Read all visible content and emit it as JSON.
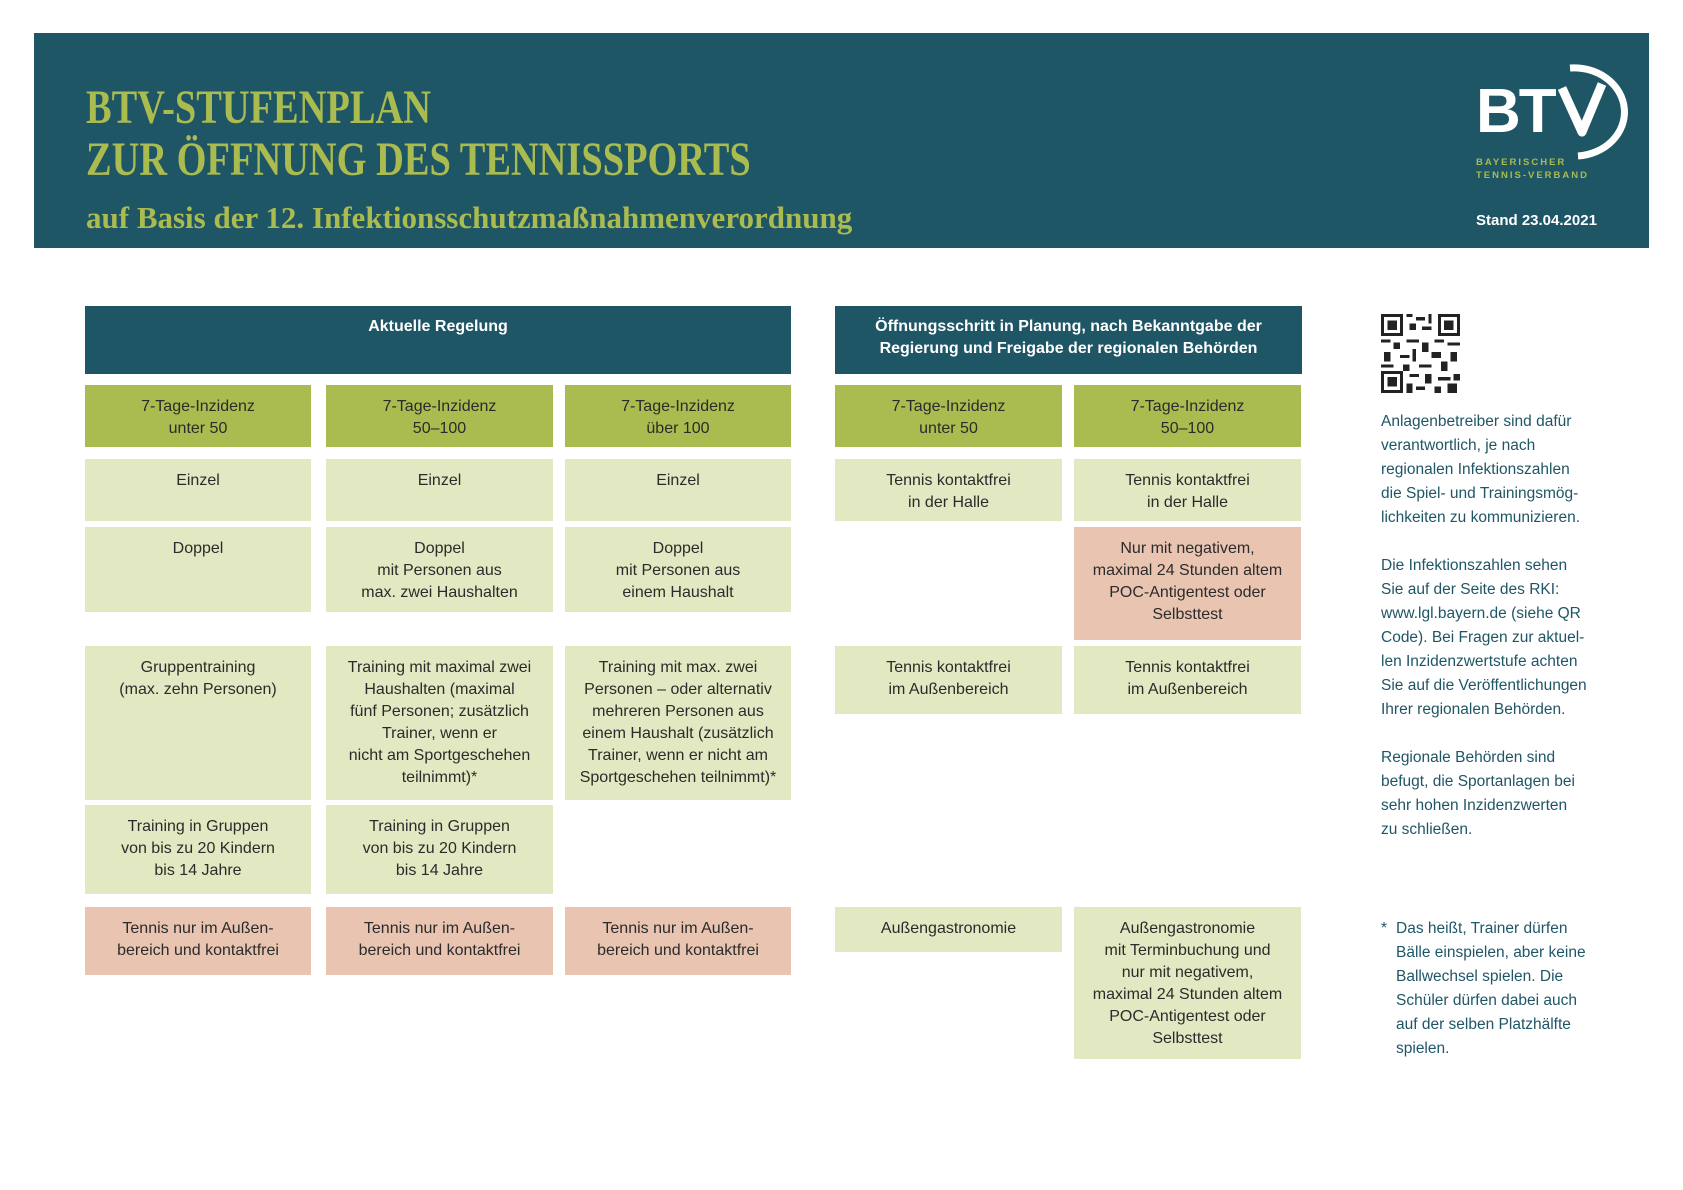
{
  "header": {
    "title_line1": "BTV-STUFENPLAN",
    "title_line2": "ZUR ÖFFNUNG DES TENNISSPORTS",
    "subtitle": "auf Basis der 12. Infektionsschutzmaßnahmenverordnung",
    "logo_text": "BTV",
    "logo_sub1": "BAYERISCHER",
    "logo_sub2": "TENNIS-VERBAND",
    "stand": "Stand 23.04.2021"
  },
  "colors": {
    "teal": "#1f5666",
    "olive": "#aabb4f",
    "light_green": "#e2e8c1",
    "salmon": "#e9c4b1"
  },
  "table": {
    "current_header": "Aktuelle Regelung",
    "planned_header": "Öffnungsschritt in Planung, nach Bekanntgabe der\nRegierung und Freigabe der regionalen Behörden",
    "incidence": [
      "7-Tage-Inzidenz\nunter 50",
      "7-Tage-Inzidenz\n50–100",
      "7-Tage-Inzidenz\nüber 100",
      "7-Tage-Inzidenz\nunter 50",
      "7-Tage-Inzidenz\n50–100"
    ],
    "einzel": [
      "Einzel",
      "Einzel",
      "Einzel",
      "Tennis kontaktfrei\nin der Halle",
      "Tennis kontaktfrei\nin der Halle"
    ],
    "doppel": [
      "Doppel",
      "Doppel\nmit Personen aus\nmax. zwei Haushalten",
      "Doppel\nmit Personen aus\neinem Haushalt",
      "Nur mit negativem,\nmaximal 24 Stunden altem\nPOC-Antigentest oder\nSelbsttest"
    ],
    "training": [
      "Gruppentraining\n(max. zehn Personen)",
      "Training mit maximal zwei\nHaushalten (maximal\nfünf Personen; zusätzlich\nTrainer, wenn er\nnicht am Sportgeschehen\nteilnimmt)*",
      "Training mit max. zwei\nPersonen – oder alternativ\nmehreren Personen aus\neinem Haushalt (zusätzlich\nTrainer, wenn er nicht am\nSportgeschehen teilnimmt)*",
      "Tennis kontaktfrei\nim Außenbereich",
      "Tennis kontaktfrei\nim Außenbereich"
    ],
    "kids": [
      "Training in Gruppen\nvon bis zu 20 Kindern\nbis 14 Jahre",
      "Training in Gruppen\nvon bis zu 20 Kindern\nbis 14 Jahre"
    ],
    "last": [
      "Tennis nur im Außen-\nbereich und kontaktfrei",
      "Tennis nur im Außen-\nbereich und kontaktfrei",
      "Tennis nur im Außen-\nbereich und kontaktfrei",
      "Außengastronomie",
      "Außengastronomie\nmit Terminbuchung und\nnur mit negativem,\nmaximal 24 Stunden altem\nPOC-Antigentest oder\nSelbsttest"
    ]
  },
  "sidebar": {
    "para1": "Anlagenbetreiber sind dafür\nverantwortlich, je nach\nregionalen Infektionszahlen\ndie Spiel- und Trainingsmög-\nlichkeiten zu kommunizieren.",
    "para2": "Die Infektionszahlen sehen\nSie auf der Seite des RKI:\nwww.lgl.bayern.de (siehe QR\nCode). Bei Fragen zur aktuel-\nlen Inzidenzwertstufe achten\nSie auf die Veröffentlichungen\nIhrer regionalen Behörden.",
    "para3": "Regionale Behörden sind\nbefugt, die Sportanlagen bei\nsehr hohen Inzidenzwerten\nzu schließen.",
    "footnote_mark": "*",
    "footnote": "Das heißt, Trainer dürfen\nBälle einspielen, aber keine\nBallwechsel spielen. Die\nSchüler dürfen dabei auch\nauf der selben Platzhälfte\nspielen."
  }
}
